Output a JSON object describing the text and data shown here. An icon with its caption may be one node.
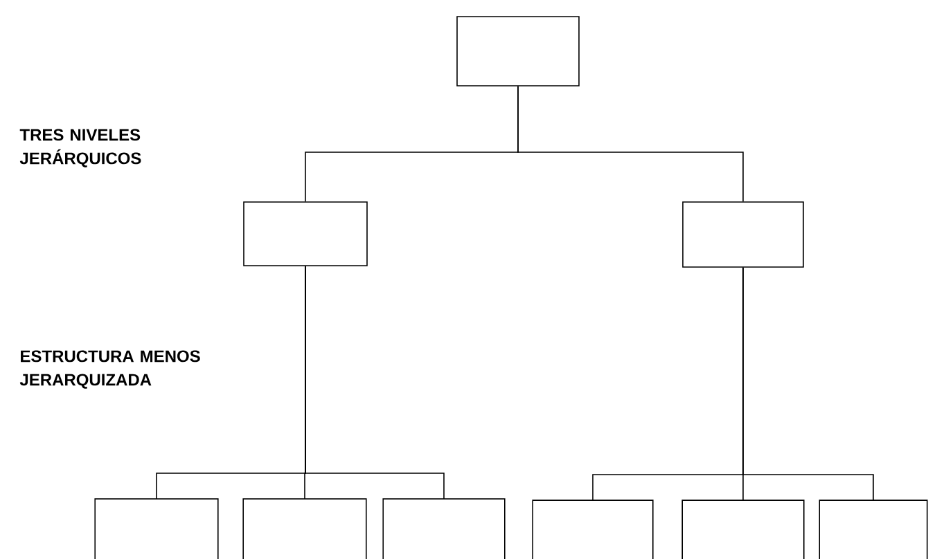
{
  "diagram": {
    "nodes": [
      {
        "text": [],
        "shape": "box"
      },
      {
        "text": [],
        "shape": "box"
      },
      {
        "text": [],
        "shape": "box"
      },
      {
        "text": [],
        "shape": "box"
      },
      {
        "text": [],
        "shape": "box"
      },
      {
        "text": [],
        "shape": "box"
      },
      {
        "text": [],
        "shape": "box"
      },
      {
        "text": [],
        "shape": "box"
      },
      {
        "text": [],
        "shape": "box"
      }
    ],
    "edges": [
      {
        "from": 0,
        "to": 1,
        "arrow": "none"
      },
      {
        "from": 0,
        "to": 2,
        "arrow": "none"
      },
      {
        "from": 1,
        "to": 3,
        "arrow": "none"
      },
      {
        "from": 1,
        "to": 4,
        "arrow": "none"
      },
      {
        "from": 1,
        "to": 5,
        "arrow": "none"
      },
      {
        "from": 2,
        "to": 6,
        "arrow": "none"
      },
      {
        "from": 2,
        "to": 7,
        "arrow": "none"
      },
      {
        "from": 2,
        "to": 8,
        "arrow": "none"
      }
    ],
    "labels": [
      "TRES NIVELES JERÁRQUICOS",
      "ESTRUCTURA MENOS JERARQUIZADA"
    ]
  }
}
